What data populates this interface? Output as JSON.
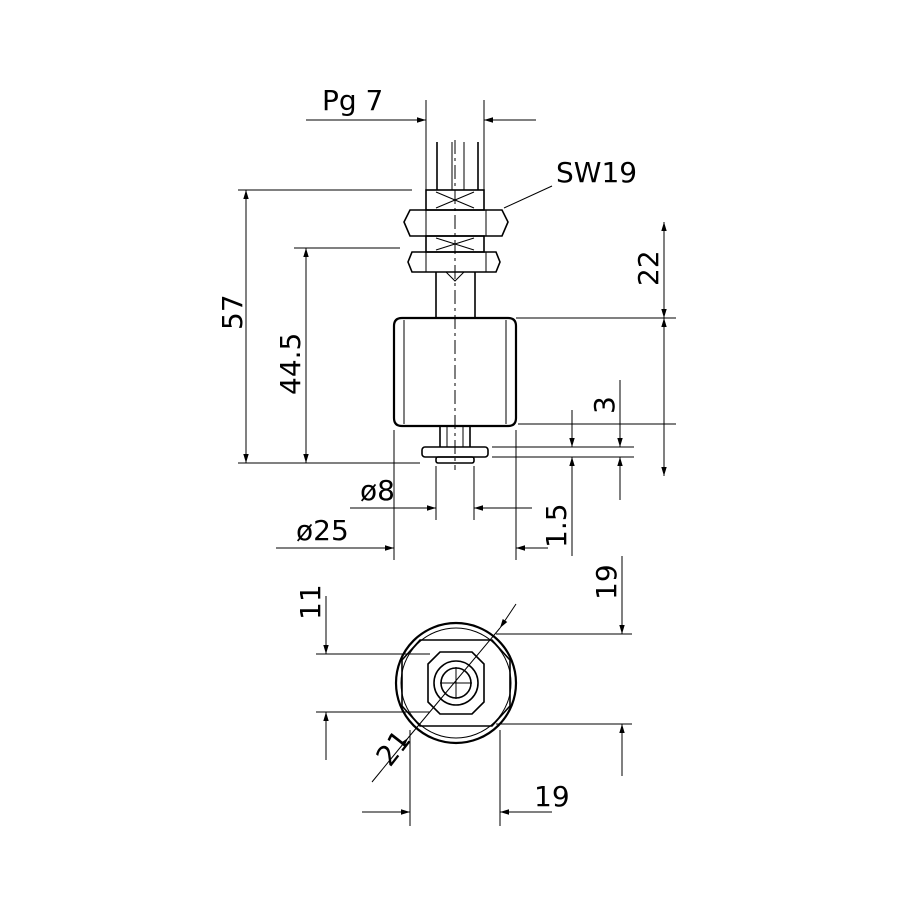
{
  "drawing": {
    "labels": {
      "thread": "Pg 7",
      "wrench": "SW19",
      "overall_height": "57",
      "height_to_nut": "44.5",
      "stem_height": "22",
      "float_offset": "3",
      "collar_thickness": "1.5",
      "stem_diameter": "ø8",
      "float_diameter": "ø25",
      "bottom_height": "11",
      "bottom_right_height": "19",
      "bottom_width": "19",
      "across_corners": "21"
    }
  }
}
